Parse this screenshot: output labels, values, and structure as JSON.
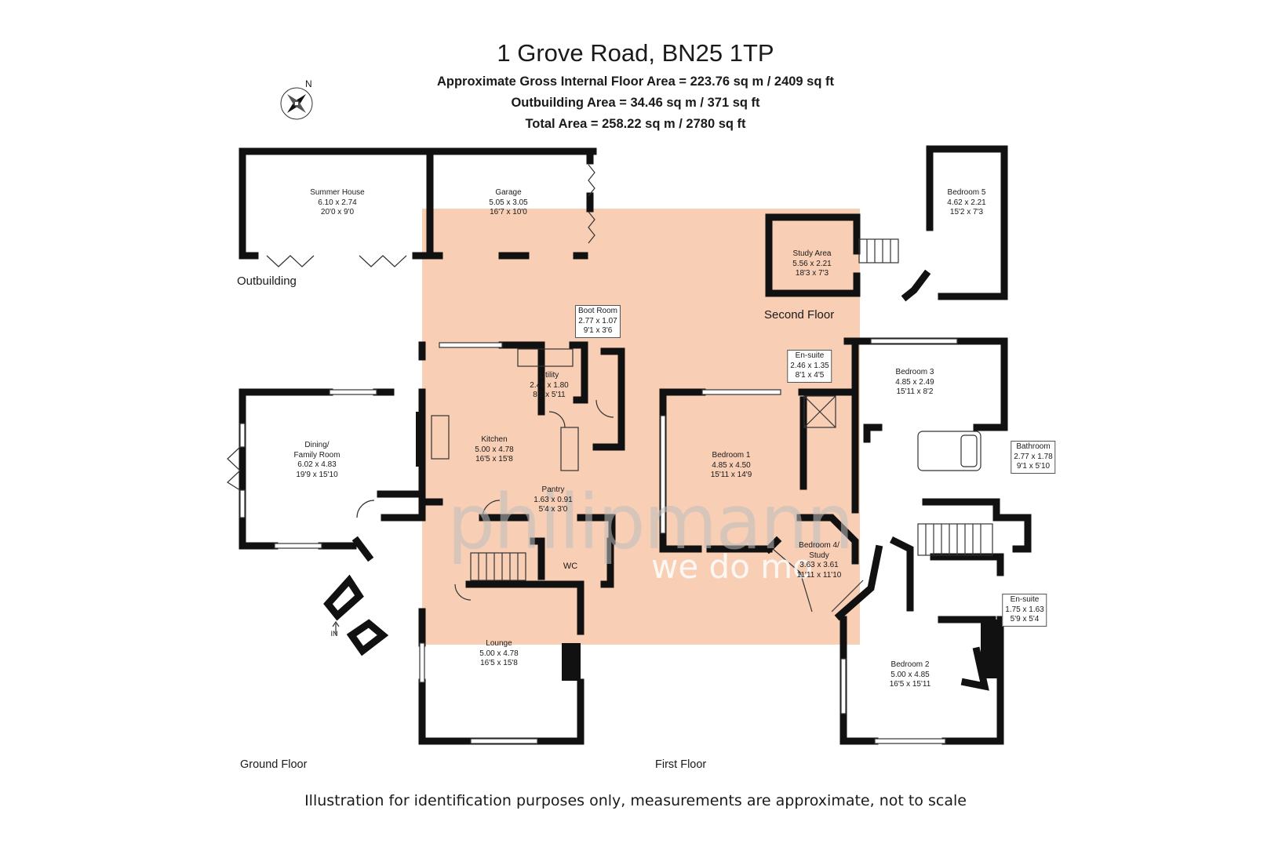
{
  "header": {
    "title": "1 Grove Road, BN25 1TP",
    "gross_area": "Approximate Gross Internal Floor Area = 223.76 sq m / 2409 sq ft",
    "outbuilding_area": "Outbuilding Area = 34.46 sq m / 371 sq ft",
    "total_area": "Total Area = 258.22 sq m / 2780 sq ft"
  },
  "compass": {
    "label": "N",
    "icon": "compass-rose-icon"
  },
  "floors": {
    "outbuilding": "Outbuilding",
    "second": "Second Floor",
    "ground": "Ground Floor",
    "first": "First Floor"
  },
  "rooms": {
    "summer_house": {
      "name": "Summer House",
      "metric": "6.10 x 2.74",
      "imperial": "20'0 x 9'0"
    },
    "garage": {
      "name": "Garage",
      "metric": "5.05 x 3.05",
      "imperial": "16'7 x 10'0"
    },
    "boot_room": {
      "name": "Boot Room",
      "metric": "2.77 x 1.07",
      "imperial": "9'1 x 3'6"
    },
    "utility": {
      "name": "Utility",
      "metric": "2.49 x 1.80",
      "imperial": "8'2 x 5'11"
    },
    "kitchen": {
      "name": "Kitchen",
      "metric": "5.00 x 4.78",
      "imperial": "16'5 x 15'8"
    },
    "pantry": {
      "name": "Pantry",
      "metric": "1.63 x 0.91",
      "imperial": "5'4 x 3'0"
    },
    "dining": {
      "name": "Dining/",
      "name2": "Family Room",
      "metric": "6.02 x 4.83",
      "imperial": "19'9 x 15'10"
    },
    "wc": {
      "name": "WC"
    },
    "lounge": {
      "name": "Lounge",
      "metric": "5.00 x 4.78",
      "imperial": "16'5 x 15'8"
    },
    "entrance": {
      "name": "IN"
    },
    "study_area": {
      "name": "Study Area",
      "metric": "5.56 x 2.21",
      "imperial": "18'3 x 7'3"
    },
    "bedroom5": {
      "name": "Bedroom 5",
      "metric": "4.62 x 2.21",
      "imperial": "15'2 x 7'3"
    },
    "ensuite1": {
      "name": "En-suite",
      "metric": "2.46 x 1.35",
      "imperial": "8'1 x 4'5"
    },
    "bedroom1": {
      "name": "Bedroom 1",
      "metric": "4.85 x 4.50",
      "imperial": "15'11 x 14'9"
    },
    "bedroom3": {
      "name": "Bedroom 3",
      "metric": "4.85 x 2.49",
      "imperial": "15'11 x 8'2"
    },
    "bathroom": {
      "name": "Bathroom",
      "metric": "2.77 x 1.78",
      "imperial": "9'1 x 5'10"
    },
    "bedroom4": {
      "name": "Bedroom 4/",
      "name2": "Study",
      "metric": "3.63 x 3.61",
      "imperial": "11'11 x 11'10"
    },
    "ensuite2": {
      "name": "En-suite",
      "metric": "1.75 x 1.63",
      "imperial": "5'9 x 5'4"
    },
    "bedroom2": {
      "name": "Bedroom 2",
      "metric": "5.00 x 4.85",
      "imperial": "16'5 x 15'11"
    }
  },
  "watermark": {
    "brand": "philipmann",
    "tagline": "we do mo"
  },
  "footer": "Illustration for identification purposes only, measurements are approximate, not to scale",
  "colors": {
    "highlight": "#f7c6a8",
    "walls": "#111111"
  }
}
